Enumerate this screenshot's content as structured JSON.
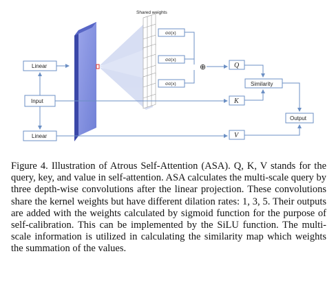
{
  "figure": {
    "shared_weights_label": "Shared weights",
    "sigmoid_labels": [
      "σσ(x)",
      "σσ(x)",
      "σσ(x)"
    ],
    "plus_symbol": "⊕",
    "linear_top_label": "Linear",
    "input_label": "Input",
    "linear_bottom_label": "Linear",
    "q_label": "Q",
    "k_label": "K",
    "v_label": "V",
    "similarity_label": "Similarity",
    "output_label": "Output",
    "colors": {
      "feature_map": "#8a95e0",
      "feature_map_side": "#3a47a8",
      "cone": "#b8c4ea",
      "arrow": "#6b8fc4",
      "highlight": "#e0302a"
    }
  },
  "caption": {
    "figure_number": "Figure 4.",
    "text": "Illustration of Atrous Self-Attention (ASA). Q, K, V stands for the query, key, and value in self-attention. ASA calculates the multi-scale query by three depth-wise convolutions after the linear projection. These convolutions share the kernel weights but have different dilation rates: 1, 3, 5. Their outputs are added with the weights calculated by sigmoid function for the purpose of self-calibration. This can be implemented by the SiLU function. The multi-scale information is utilized in calculating the similarity map which weights the summation of the values."
  }
}
